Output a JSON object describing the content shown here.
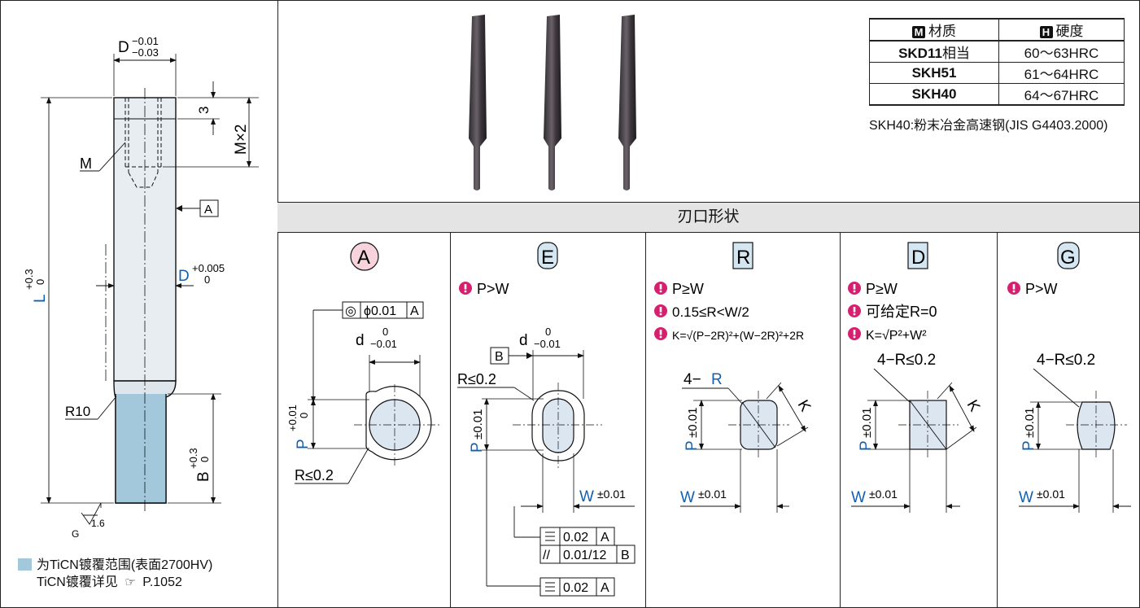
{
  "left_drawing": {
    "dim_D": "D",
    "dim_D_tol_upper": "−0.01",
    "dim_D_tol_lower": "−0.03",
    "dim_3": "3",
    "dim_MX2": "M×2",
    "label_M": "M",
    "datum_A": "A",
    "dim_L": "L",
    "dim_L_tol_upper": "+0.3",
    "dim_L_tol_lower": "0",
    "dim_D_body": "D",
    "dim_D_body_tol_upper": "+0.005",
    "dim_D_body_tol_lower": "0",
    "label_R10": "R10",
    "dim_B": "B",
    "dim_B_tol_upper": "+0.3",
    "dim_B_tol_lower": "0",
    "roughness": "1.6",
    "roughness_G": "G"
  },
  "legend": {
    "line1": "为TiCN镀覆范围(表面2700HV)",
    "line2": "TiCN镀覆详见",
    "ref_icon": "pointing-hand-icon",
    "page_ref": "P.1052"
  },
  "material_table": {
    "header_material_tag": "M",
    "header_material": "材质",
    "header_hardness_tag": "H",
    "header_hardness": "硬度",
    "rows": [
      {
        "material": "SKD11",
        "suffix": "相当",
        "hardness": "60～63HRC"
      },
      {
        "material": "SKH51",
        "suffix": "",
        "hardness": "61～64HRC"
      },
      {
        "material": "SKH40",
        "suffix": "",
        "hardness": "64～67HRC"
      }
    ],
    "note": "SKH40:粉末冶金高速钢(JIS G4403.2000)"
  },
  "section_title": "刃口形状",
  "shapes": {
    "A": {
      "letter": "A",
      "badge_color": "#f7d3dc",
      "fcf_symbol": "◎",
      "fcf_value": "ϕ0.01",
      "fcf_datum": "A",
      "dim_d": "d",
      "dim_d_tol_upper": "0",
      "dim_d_tol_lower": "−0.01",
      "dim_P": "P",
      "dim_P_tol_upper": "+0.01",
      "dim_P_tol_lower": "0",
      "radius_note": "R≤0.2"
    },
    "E": {
      "letter": "E",
      "badge_color": "#d4e6f2",
      "cond1": "P>W",
      "datum_B": "B",
      "dim_d": "d",
      "dim_d_tol_upper": "0",
      "dim_d_tol_lower": "−0.01",
      "radius_note": "R≤0.2",
      "dim_P": "P",
      "dim_P_tol": "±0.01",
      "dim_W": "W",
      "dim_W_tol": "±0.01",
      "fcf1_value": "0.02",
      "fcf1_datum": "A",
      "fcf2_symbol": "//",
      "fcf2_value": "0.01/12",
      "fcf2_datum": "B",
      "fcf3_value": "0.02",
      "fcf3_datum": "A"
    },
    "R": {
      "letter": "R",
      "badge_color": "#d4e6f2",
      "cond1": "P≥W",
      "cond2": "0.15≤R<W/2",
      "cond3": "K=√(P−2R)²+(W−2R)²+2R",
      "corner_prefix": "4−",
      "corner_R": "R",
      "dim_K": "K",
      "dim_P": "P",
      "dim_P_tol": "±0.01",
      "dim_W": "W",
      "dim_W_tol": "±0.01"
    },
    "D": {
      "letter": "D",
      "badge_color": "#d4e6f2",
      "cond1": "P≥W",
      "cond2": "可给定R=0",
      "cond3": "K=√P²+W²",
      "corner_note": "4−R≤0.2",
      "dim_K": "K",
      "dim_P": "P",
      "dim_P_tol": "±0.01",
      "dim_W": "W",
      "dim_W_tol": "±0.01"
    },
    "G": {
      "letter": "G",
      "badge_color": "#d4e6f2",
      "cond1": "P>W",
      "corner_note": "4−R≤0.2",
      "dim_P": "P",
      "dim_P_tol": "±0.01",
      "dim_W": "W",
      "dim_W_tol": "±0.01"
    }
  },
  "colors": {
    "coating": "#a3c8dc",
    "shape_fill": "#dce6f0",
    "dimension_blue": "#1060b0",
    "warning_pink": "#d6206f"
  }
}
